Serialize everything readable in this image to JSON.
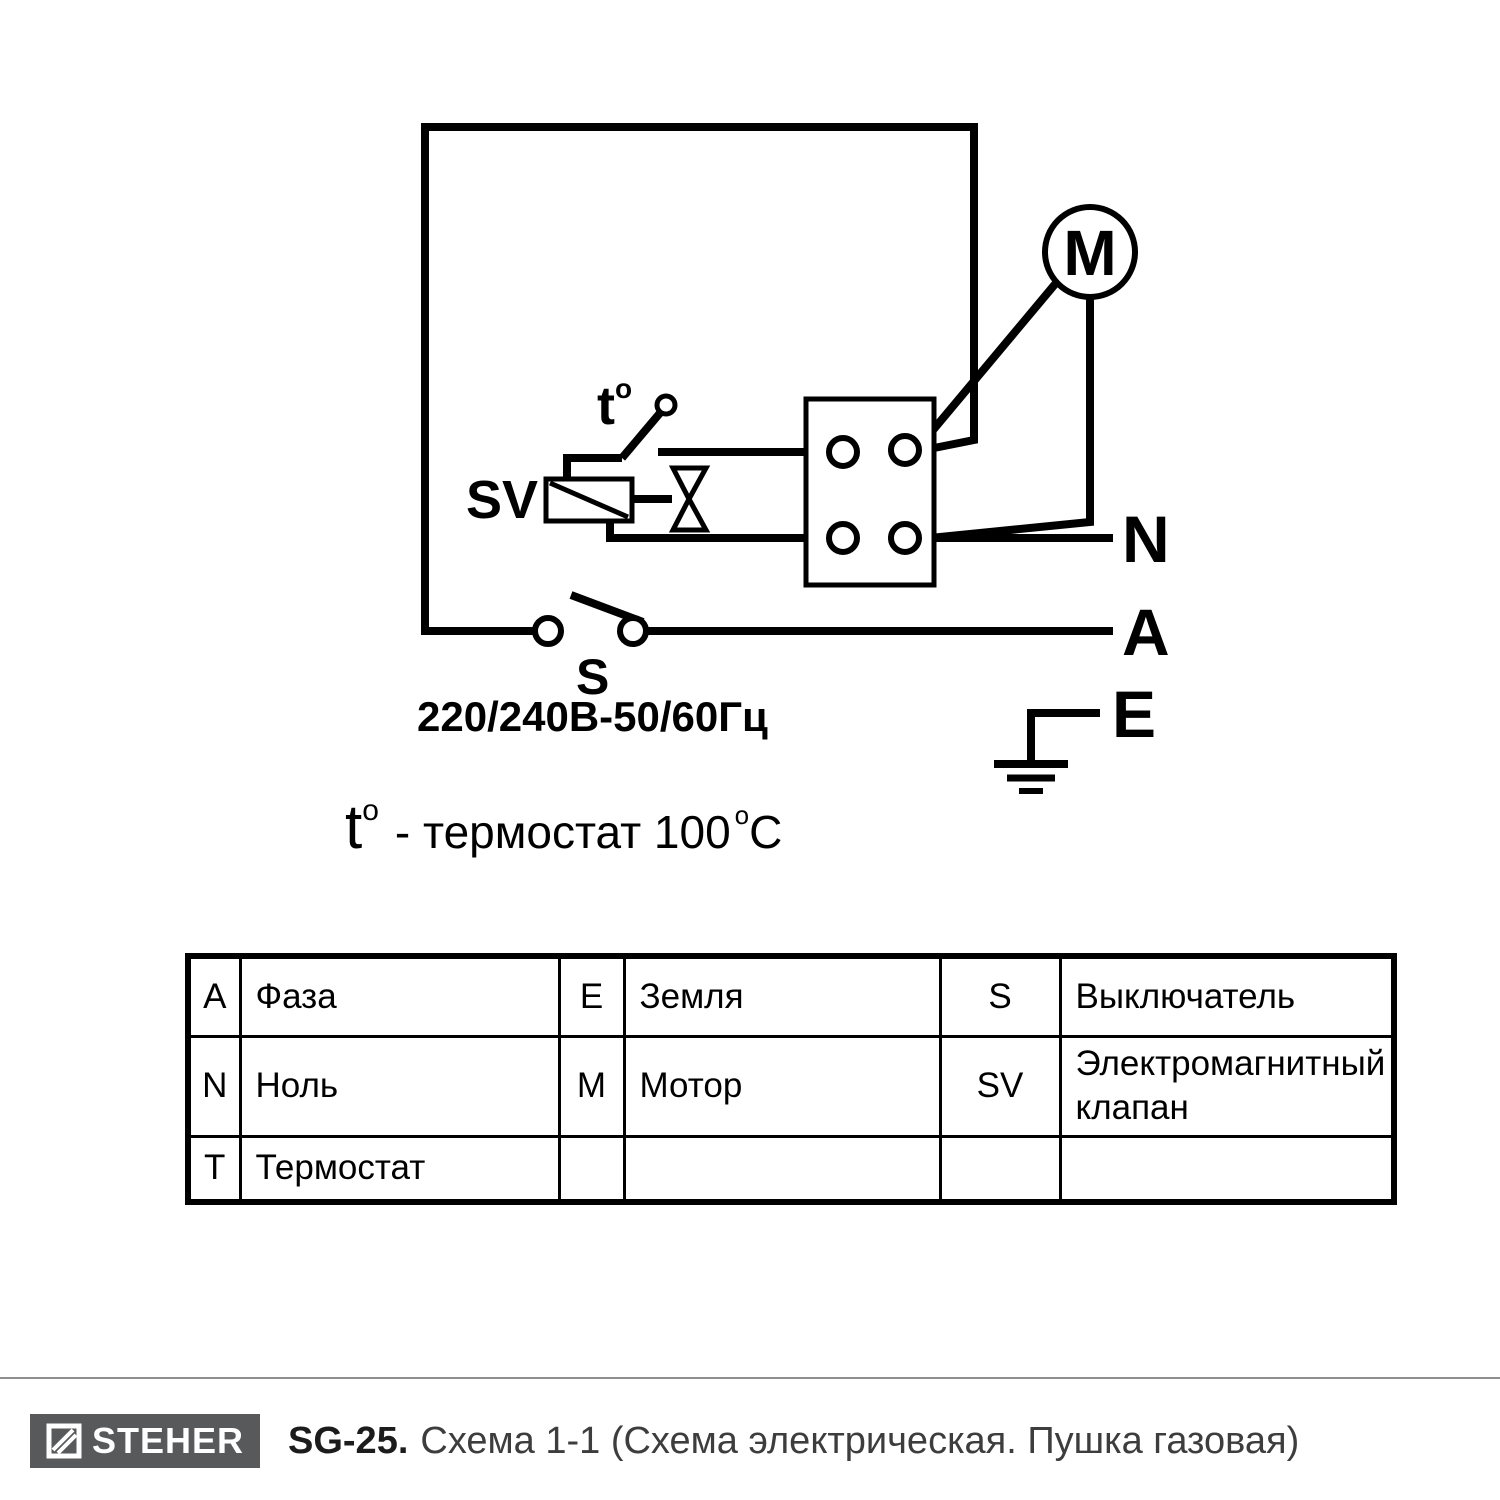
{
  "colors": {
    "wire": "#000000",
    "logo_bg": "#58595B",
    "logo_text": "#FFFFFF"
  },
  "diagram": {
    "motor_label": "M",
    "sv_label": "SV",
    "switch_label": "S",
    "n_label": "N",
    "a_label": "A",
    "e_label": "E",
    "voltage_label": "220/240В-50/60Гц",
    "thermostat": {
      "t": "t",
      "deg": "o"
    },
    "note": {
      "t": "t",
      "deg": "o",
      "text": "- термостат 100",
      "deg2": "o",
      "unit": "C"
    }
  },
  "legend": {
    "rows": [
      {
        "cells": [
          {
            "k": "A",
            "v": "Фаза"
          },
          {
            "k": "E",
            "v": "Земля"
          },
          {
            "k": "S",
            "v": "Выключатель"
          }
        ]
      },
      {
        "cells": [
          {
            "k": "N",
            "v": "Ноль"
          },
          {
            "k": "M",
            "v": "Мотор"
          },
          {
            "k": "SV",
            "v": "Электромагнитный клапан"
          }
        ]
      },
      {
        "cells": [
          {
            "k": "T",
            "v": "Термостат"
          },
          {
            "k": "",
            "v": ""
          },
          {
            "k": "",
            "v": ""
          }
        ]
      }
    ]
  },
  "footer": {
    "brand": "STEHER",
    "model": "SG-25.",
    "caption": "Схема 1-1 (Схема электрическая. Пушка газовая)"
  }
}
